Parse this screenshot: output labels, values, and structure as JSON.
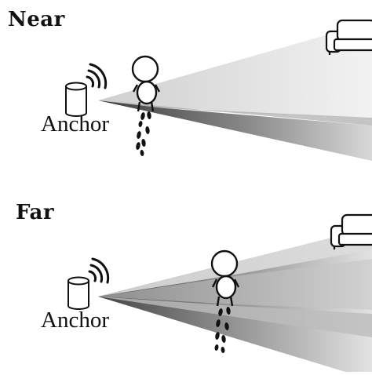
{
  "panels": [
    {
      "title": "Near",
      "anchor_label": "Anchor"
    },
    {
      "title": "Far",
      "anchor_label": "Anchor"
    }
  ],
  "icons": [
    "anchor-device-icon",
    "signal-waves-icon",
    "person-icon",
    "footprints-icon",
    "sofa-icon"
  ],
  "colors": {
    "stroke": "#111111",
    "beam_dark": "#555555",
    "beam_light": "#e6e6e6"
  }
}
